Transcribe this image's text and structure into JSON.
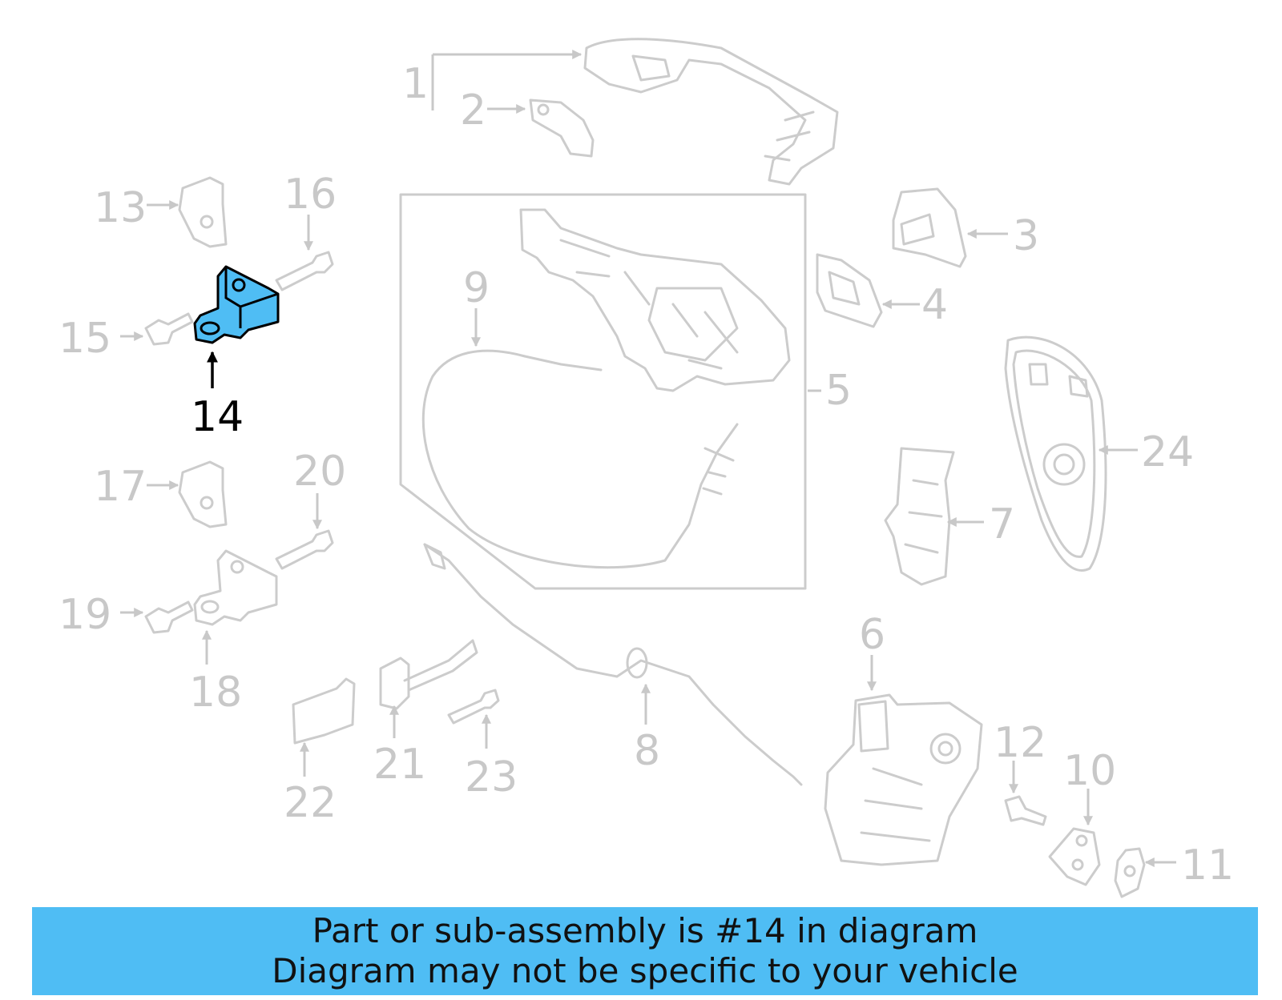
{
  "colors": {
    "highlight": "#4fbdf4",
    "banner": "#4fbdf4",
    "inactive": "#c8c8c8",
    "active": "#000000"
  },
  "highlighted_part": "14",
  "callouts": {
    "c1": "1",
    "c2": "2",
    "c3": "3",
    "c4": "4",
    "c5": "5",
    "c6": "6",
    "c7": "7",
    "c8": "8",
    "c9": "9",
    "c10": "10",
    "c11": "11",
    "c12": "12",
    "c13": "13",
    "c14": "14",
    "c15": "15",
    "c16": "16",
    "c17": "17",
    "c18": "18",
    "c19": "19",
    "c20": "20",
    "c21": "21",
    "c22": "22",
    "c23": "23",
    "c24": "24"
  },
  "banner": {
    "line1": "Part or sub-assembly is #14 in diagram",
    "line2": "Diagram may not be specific to your vehicle"
  }
}
